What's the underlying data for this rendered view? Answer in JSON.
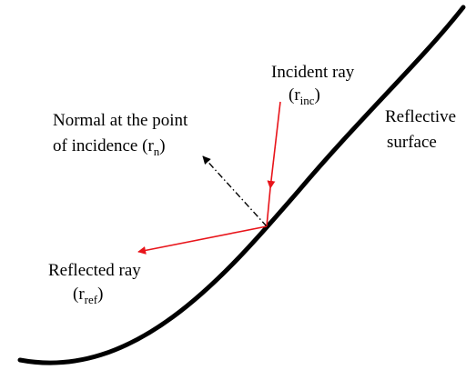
{
  "colors": {
    "surface": "#000000",
    "ray": "#e8141a",
    "normal": "#000000",
    "background": "#ffffff"
  },
  "labels": {
    "incident_line1": "Incident ray",
    "incident_open": "(r",
    "incident_sub": "inc",
    "incident_close": ")",
    "normal_line1": "Normal at the point",
    "normal_line2": "of incidence (r",
    "normal_sub": "n",
    "normal_close": ")",
    "surface_line1": "Reflective",
    "surface_line2": "surface",
    "reflected_line1": "Reflected ray",
    "reflected_open": "(r",
    "reflected_sub": "ref",
    "reflected_close": ")"
  }
}
